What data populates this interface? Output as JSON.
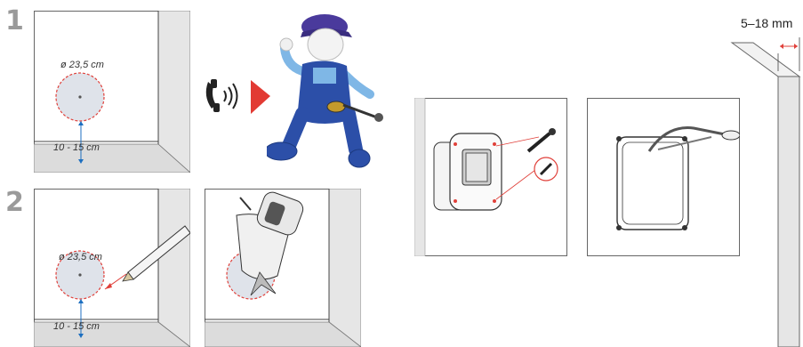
{
  "steps": {
    "one": "1",
    "two": "2"
  },
  "labels": {
    "diameter": "ø 23,5 cm",
    "height_range": "10 - 15 cm",
    "thickness": "5–18 mm"
  },
  "colors": {
    "step_number": "#9a9a9a",
    "dashed_circle": "#e0403a",
    "measure_arrow": "#1d6fc0",
    "arrow_triangle": "#e23a33",
    "worker_blue": "#2c4fa8",
    "worker_shirt": "#7fb7e6"
  },
  "icons": [
    "phone-icon",
    "signal-waves-icon",
    "red-arrow-icon",
    "worker-illustration",
    "pencil-icon",
    "glass-cutter-icon",
    "screw-icon",
    "pet-door-frame",
    "glass-pane"
  ]
}
